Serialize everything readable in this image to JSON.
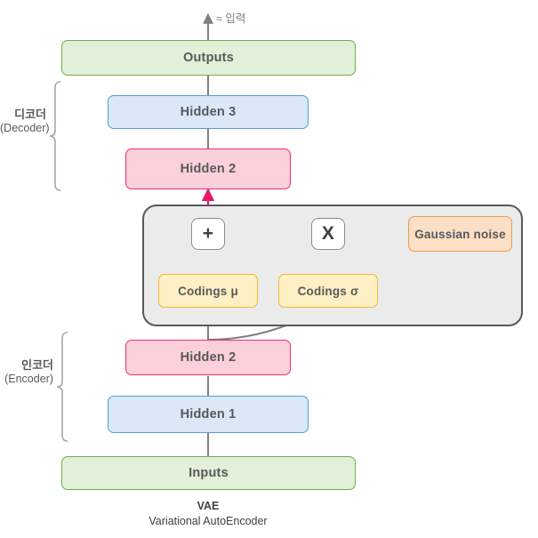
{
  "diagram": {
    "top_annotation": "≈ 입력",
    "caption": {
      "title": "VAE",
      "subtitle": "Variational AutoEncoder"
    },
    "groups": [
      {
        "id": "decoder",
        "ko": "디코더",
        "en": "(Decoder)"
      },
      {
        "id": "encoder",
        "ko": "인코더",
        "en": "(Encoder)"
      }
    ],
    "nodes": {
      "outputs": "Outputs",
      "hidden3": "Hidden 3",
      "hidden2_decoder": "Hidden 2",
      "op_add": "+",
      "op_mul": "X",
      "gaussian_noise": "Gaussian noise",
      "codings_mu": "Codings μ",
      "codings_sigma": "Codings σ",
      "hidden2_encoder": "Hidden 2",
      "hidden1": "Hidden 1",
      "inputs": "Inputs"
    },
    "colors": {
      "green_fill": "#e2efd9",
      "green_border": "#70ad47",
      "blue_fill": "#dbe8f7",
      "blue_border": "#5b9bd5",
      "pink_fill": "#fbd0d9",
      "pink_border": "#ec2d76",
      "yellow_fill": "#fdf0c4",
      "yellow_border": "#ecb731",
      "orange_fill": "#fbdfc6",
      "orange_border": "#ed9b4d",
      "white_fill": "#ffffff",
      "gray_border": "#8c8c8c",
      "sampler_fill": "#ebebeb",
      "sampler_border": "#595959",
      "arrow_gray": "#808080",
      "arrow_pink": "#e8176c",
      "text": "#595959"
    }
  }
}
